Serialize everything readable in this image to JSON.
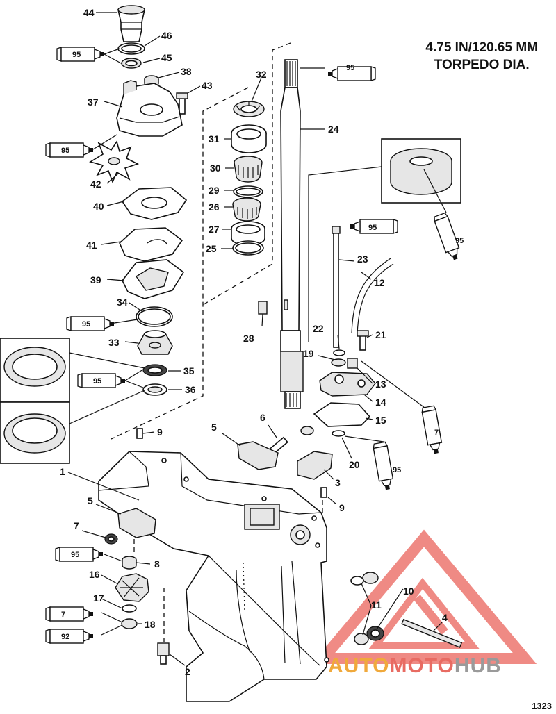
{
  "title": {
    "line1": "4.75 IN/120.65 MM",
    "line2": "TORPEDO DIA."
  },
  "figure_number": "1323",
  "watermark": {
    "part1": "AUTO",
    "part2": "MOTO",
    "part3": "HUB",
    "color_auto": "#f0a93c",
    "color_moto": "#e86b62",
    "color_hub": "#9a9a9a"
  },
  "tubes": {
    "t95": "95",
    "t7": "7",
    "t92": "92"
  },
  "callouts": {
    "c1": "1",
    "c2": "2",
    "c3": "3",
    "c4": "4",
    "c5a": "5",
    "c5b": "5",
    "c6": "6",
    "c7a": "7",
    "c8": "8",
    "c9a": "9",
    "c9b": "9",
    "c10": "10",
    "c11": "11",
    "c12": "12",
    "c13": "13",
    "c14": "14",
    "c15": "15",
    "c16": "16",
    "c17": "17",
    "c18": "18",
    "c19": "19",
    "c20": "20",
    "c21": "21",
    "c22": "22",
    "c23": "23",
    "c24": "24",
    "c25": "25",
    "c26": "26",
    "c27": "27",
    "c28": "28",
    "c29": "29",
    "c30": "30",
    "c31": "31",
    "c32": "32",
    "c33": "33",
    "c34": "34",
    "c35": "35",
    "c36": "36",
    "c37": "37",
    "c38": "38",
    "c39": "39",
    "c40": "40",
    "c41": "41",
    "c42": "42",
    "c43": "43",
    "c44": "44",
    "c45": "45",
    "c46": "46"
  }
}
